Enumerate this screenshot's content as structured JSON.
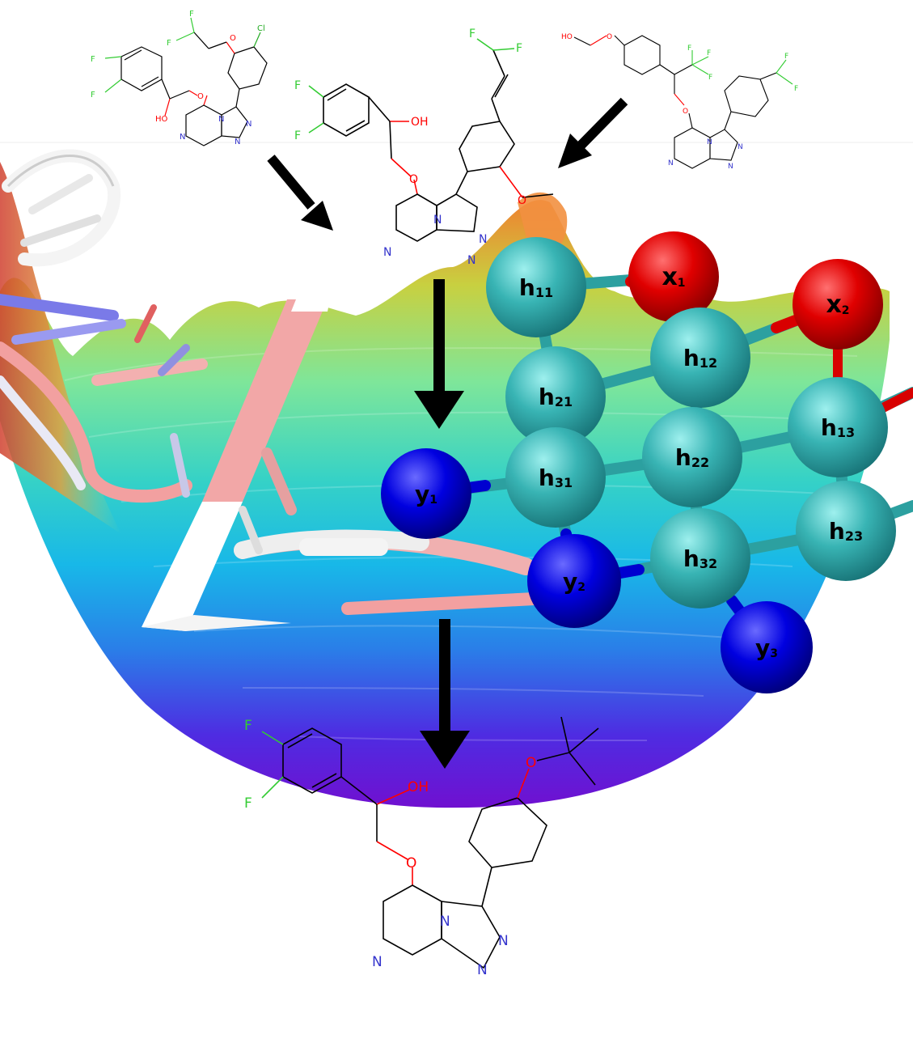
{
  "colors": {
    "node_hidden": "#2fa8a8",
    "node_input": "#d40000",
    "node_output": "#0000d8",
    "bond": "#2a2a2a",
    "fluorine": "#33cc33",
    "oxygen": "#ff0000",
    "nitrogen": "#3333cc",
    "chlorine": "#22aa22",
    "surface_top": "#f08030",
    "surface_bottom": "#5a10d0",
    "ribbon_pink": "#f2a0a0"
  },
  "network": {
    "inputs": [
      {
        "id": "x1",
        "main": "x",
        "sub": "1"
      },
      {
        "id": "x2",
        "main": "x",
        "sub": "2"
      }
    ],
    "hidden": [
      {
        "id": "h11",
        "main": "h",
        "sub": "11"
      },
      {
        "id": "h12",
        "main": "h",
        "sub": "12"
      },
      {
        "id": "h13",
        "main": "h",
        "sub": "13"
      },
      {
        "id": "h21",
        "main": "h",
        "sub": "21"
      },
      {
        "id": "h22",
        "main": "h",
        "sub": "22"
      },
      {
        "id": "h23",
        "main": "h",
        "sub": "23"
      },
      {
        "id": "h31",
        "main": "h",
        "sub": "31"
      },
      {
        "id": "h32",
        "main": "h",
        "sub": "32"
      }
    ],
    "outputs": [
      {
        "id": "y1",
        "main": "y",
        "sub": "1"
      },
      {
        "id": "y2",
        "main": "y",
        "sub": "2"
      },
      {
        "id": "y3",
        "main": "y",
        "sub": "3"
      }
    ]
  },
  "molecules": {
    "top_left": {
      "atoms": [
        "F",
        "F",
        "F",
        "F",
        "O",
        "Cl",
        "HO",
        "O",
        "N",
        "N",
        "N",
        "N"
      ]
    },
    "top_center": {
      "atoms": [
        "F",
        "F",
        "F",
        "F",
        "OH",
        "O",
        "O",
        "N",
        "N",
        "N",
        "N"
      ]
    },
    "top_right": {
      "atoms": [
        "HO",
        "O",
        "F",
        "F",
        "F",
        "F",
        "F",
        "O",
        "N",
        "N",
        "N",
        "N"
      ]
    },
    "bottom": {
      "atoms": [
        "F",
        "F",
        "OH",
        "O",
        "O",
        "N",
        "N",
        "N",
        "N"
      ]
    }
  }
}
